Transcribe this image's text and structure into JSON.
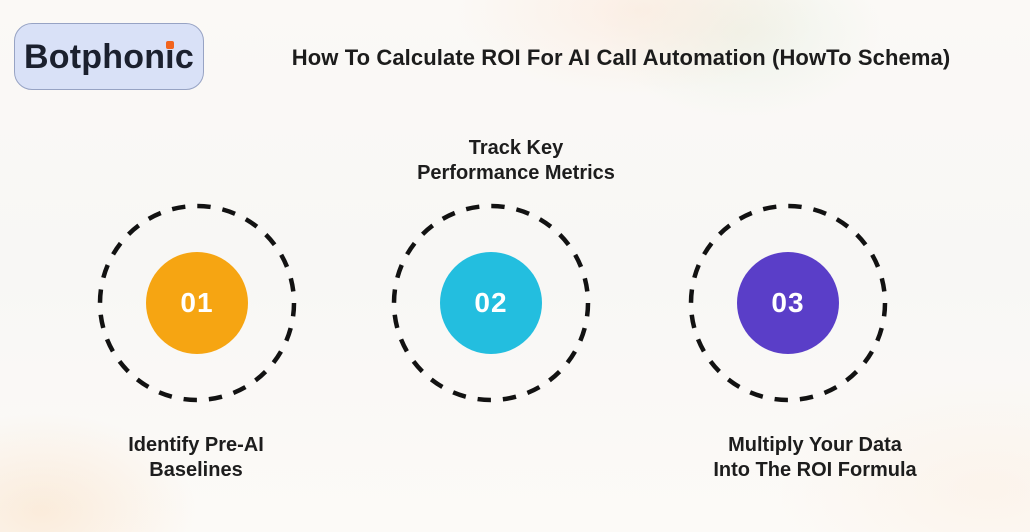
{
  "brand": {
    "logo_pre": "Botphon",
    "logo_i": "i",
    "logo_post": "c",
    "logo_bg_color": "#d9e1f7",
    "logo_text_color": "#1b202e",
    "logo_dot_color": "#f2641e"
  },
  "header": {
    "title": "How To Calculate ROI For AI Call Automation (HowTo Schema)"
  },
  "steps": [
    {
      "number": "01",
      "label_line1": "Identify Pre-AI",
      "label_line2": "Baselines",
      "label_position": "below",
      "color": "#f6a512"
    },
    {
      "number": "02",
      "label_line1": "Track Key",
      "label_line2": "Performance Metrics",
      "label_position": "above",
      "color": "#23bedf"
    },
    {
      "number": "03",
      "label_line1": "Multiply  Your Data",
      "label_line2": "Into The ROI Formula",
      "label_position": "below",
      "color": "#5a3ec8"
    }
  ],
  "ring": {
    "stroke_color": "#121212"
  }
}
